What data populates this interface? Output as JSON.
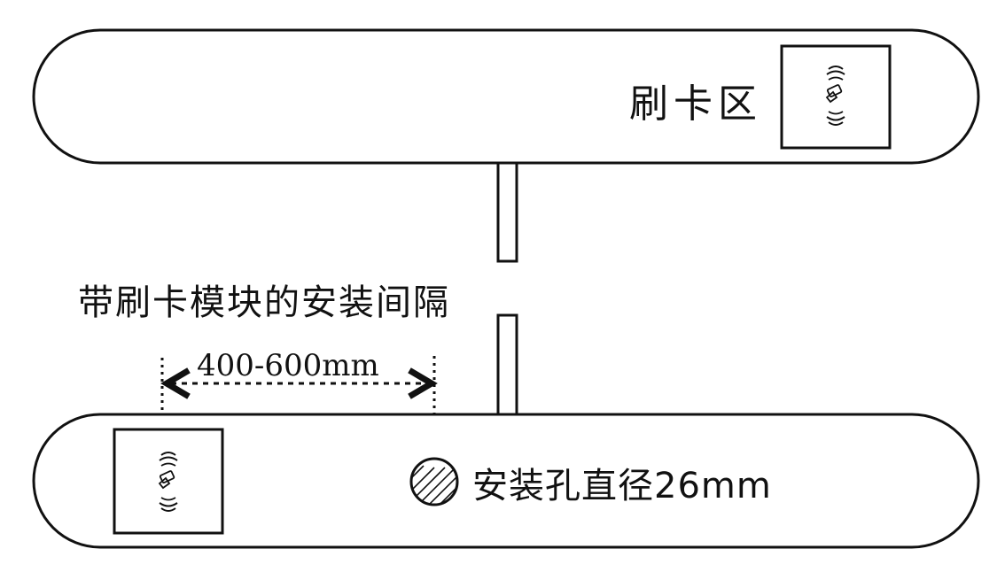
{
  "diagram": {
    "top_panel": {
      "label": "刷卡区"
    },
    "middle": {
      "label": "带刷卡模块的安装间隔",
      "dimension": "400-600mm"
    },
    "bottom_panel": {
      "hole_label": "安装孔直径26mm"
    },
    "colors": {
      "line": "#111111",
      "background": "#ffffff"
    }
  }
}
